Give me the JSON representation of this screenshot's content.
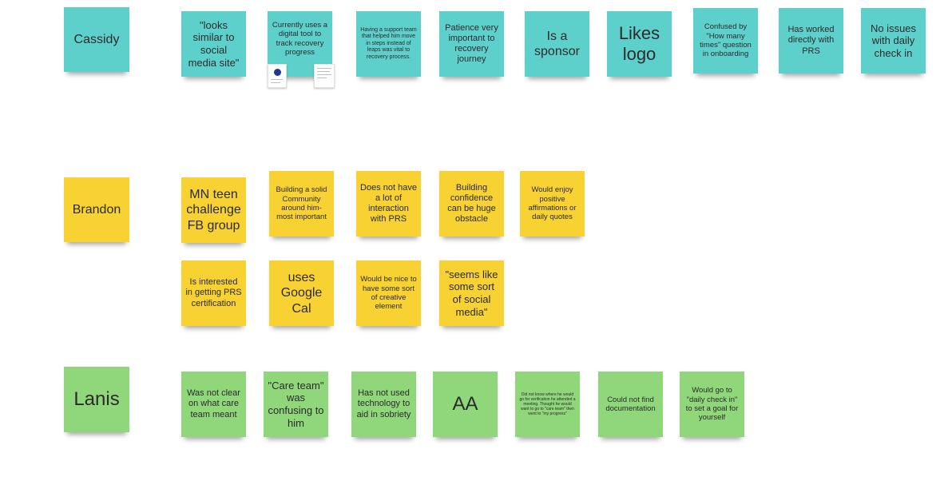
{
  "groups": [
    {
      "name": "Cassidy",
      "color": "#5ed0cb",
      "notes": [
        "\"looks similar to social media site\"",
        "Currently uses a digital tool to track recovery progress",
        "Having a support team that helped him move in steps instead of leaps was vital to recovery process.",
        "Patience very important to recovery journey",
        "Is a sponsor",
        "Likes logo",
        "Confused by \"How many times\" question in onboarding",
        "Has worked directly with PRS",
        "No issues with daily check in"
      ]
    },
    {
      "name": "Brandon",
      "color": "#f7d232",
      "notes": [
        "MN teen challenge FB group",
        "Building a solid Community around him- most important",
        "Does not have a lot of interaction with PRS",
        "Building confidence can be huge obstacle",
        "Would enjoy positive affirmations or daily quotes",
        "Is interested in getting PRS certification",
        "uses Google Cal",
        "Would be nice to have some sort of creative element",
        "\"seems like some sort of social media\""
      ]
    },
    {
      "name": "Lanis",
      "color": "#8fd77a",
      "notes": [
        "Was not clear on what care team meant",
        "\"Care team\" was confusing to him",
        "Has not used technology to aid in sobriety",
        "AA",
        "Did not know where he would go for verification he attended a meeting. Thought he would want to go to \"care team\" then went to \"my progress\"",
        "Could not find documentation",
        "Would go to \"daily check in\" to set a goal for yourself"
      ]
    }
  ]
}
